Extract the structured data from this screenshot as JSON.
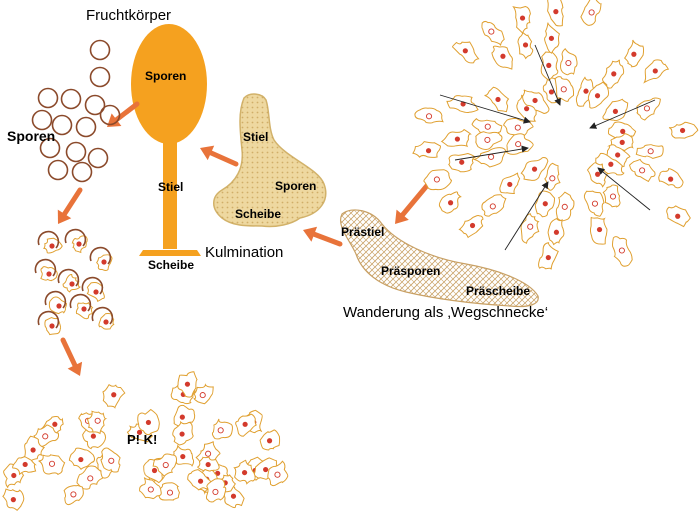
{
  "labels": {
    "fruiting_body": "Fruchtkörper",
    "fruiting_spores": "Sporen",
    "fruiting_stalk": "Stiel",
    "fruiting_disc": "Scheibe",
    "spores_left": "Sporen",
    "culm_stalk": "Stiel",
    "culm_spores": "Sporen",
    "culm_disc": "Scheibe",
    "culmination": "Kulmination",
    "slug_prestalk": "Prästiel",
    "slug_prespores": "Präsporen",
    "slug_predisc": "Präscheibe",
    "migration": "Wanderung als ‚Wegschnecke‘",
    "pk": "P! K!"
  },
  "colors": {
    "fruiting_body_fill": "#f5a11f",
    "arrow": "#e8733a",
    "spore_ring": "#8b4a2b",
    "amoeba_outline": "#e0a030",
    "amoeba_nucleus": "#d33a2c",
    "culmination_fill": "#eed8a0",
    "culmination_dot": "#c9a35a",
    "slug_hatch": "#c8a064",
    "thin_arrow": "#222222"
  }
}
